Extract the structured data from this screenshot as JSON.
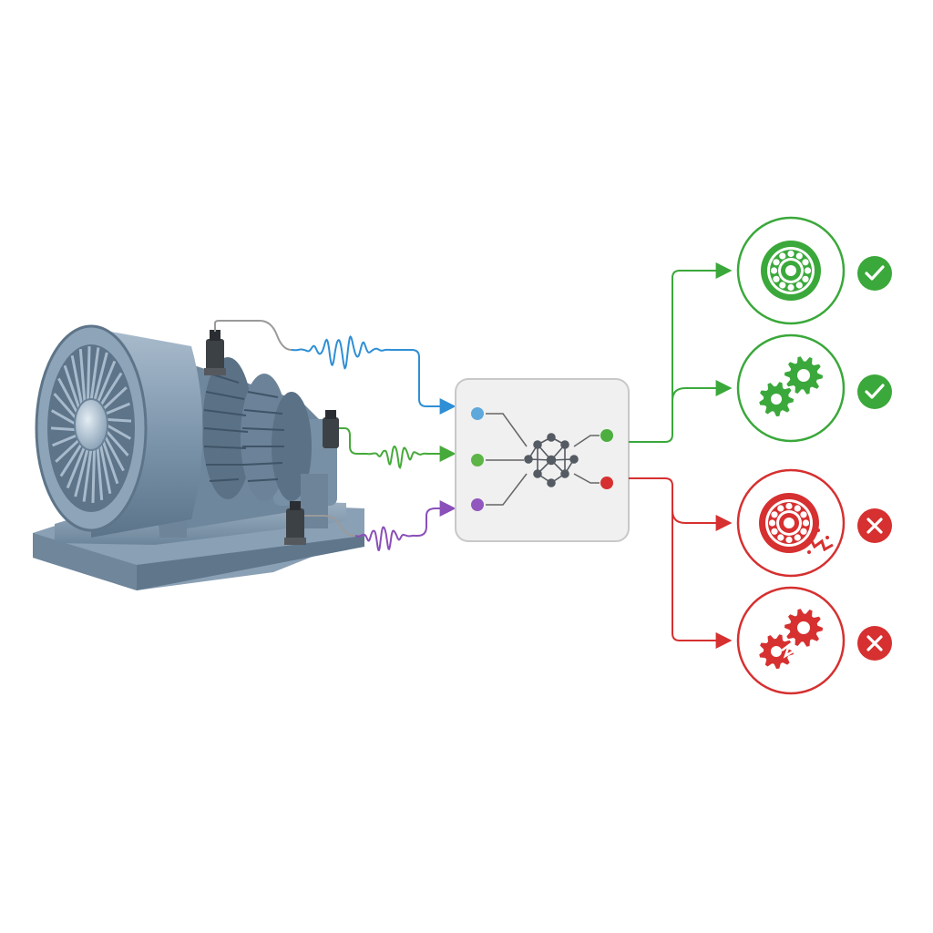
{
  "colors": {
    "machine_body": "#7f97ad",
    "machine_dark": "#4d6478",
    "machine_light": "#b6c7d6",
    "sensor": "#3c4146",
    "signal_1": "#2e8fd6",
    "signal_2": "#45aa3a",
    "signal_3": "#8a4fb8",
    "healthy": "#3aa83a",
    "faulty": "#d63030",
    "model_box_bg": "#f0f0f0",
    "model_box_border": "#c8c8c8",
    "network": "#555b63"
  },
  "machine": {
    "name": "",
    "icon": "gearbox-motor-icon",
    "sensor_count": 3
  },
  "signals": [
    {
      "color": "#2e8fd6",
      "icon": "vibration-signal-icon"
    },
    {
      "color": "#45aa3a",
      "icon": "vibration-signal-icon"
    },
    {
      "color": "#8a4fb8",
      "icon": "vibration-signal-icon"
    }
  ],
  "model": {
    "icon": "neural-network-icon",
    "inputs": [
      "#5fa8dc",
      "#5cb545",
      "#9257bf"
    ],
    "outputs": [
      "#4cae3f",
      "#d63030"
    ]
  },
  "outcomes": [
    {
      "component": "bearing",
      "icon": "bearing-icon",
      "status": "healthy",
      "status_icon": "check-icon",
      "color": "#3aa83a"
    },
    {
      "component": "gear",
      "icon": "gears-icon",
      "status": "healthy",
      "status_icon": "check-icon",
      "color": "#3aa83a"
    },
    {
      "component": "bearing",
      "icon": "damaged-bearing-icon",
      "status": "faulty",
      "status_icon": "cross-icon",
      "color": "#d63030"
    },
    {
      "component": "gear",
      "icon": "broken-gears-icon",
      "status": "faulty",
      "status_icon": "cross-icon",
      "color": "#d63030"
    }
  ]
}
